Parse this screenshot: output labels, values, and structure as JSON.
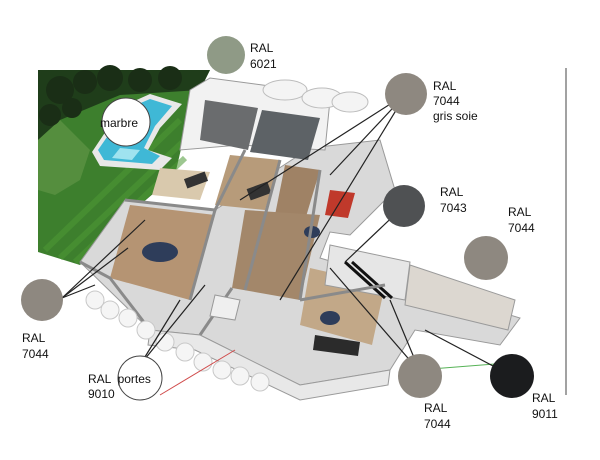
{
  "swatches": [
    {
      "id": "ral6021",
      "lines": [
        "RAL",
        "6021"
      ],
      "color": "#8f9a86"
    },
    {
      "id": "ral7044-silk",
      "lines": [
        "RAL",
        "7044",
        "gris soie"
      ],
      "color": "#8e8880"
    },
    {
      "id": "ral7043",
      "lines": [
        "RAL",
        "7043"
      ],
      "color": "#4f5153"
    },
    {
      "id": "ral7044-right",
      "lines": [
        "RAL",
        "7044"
      ],
      "color": "#8e8880"
    },
    {
      "id": "ral7044-left",
      "lines": [
        "RAL",
        "7044"
      ],
      "color": "#8e8880"
    },
    {
      "id": "ral7044-bottom",
      "lines": [
        "RAL",
        "7044"
      ],
      "color": "#8e8880"
    },
    {
      "id": "ral9011",
      "lines": [
        "RAL",
        "9011"
      ],
      "color": "#1b1c1e"
    }
  ],
  "callouts": {
    "marble": "marbre",
    "doors_line1": "RAL  portes",
    "doors_line2": "9010"
  }
}
